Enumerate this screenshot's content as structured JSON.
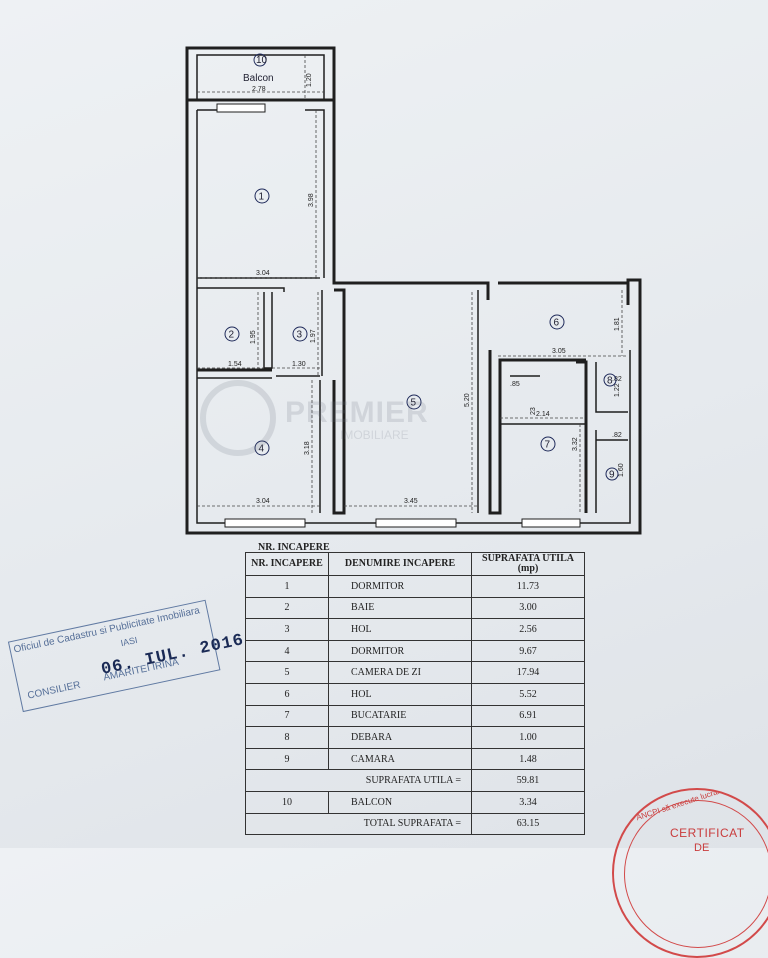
{
  "plan": {
    "balcony_label": "Balcon",
    "room_numbers": [
      "1",
      "2",
      "3",
      "4",
      "5",
      "6",
      "7",
      "8",
      "9",
      "10"
    ],
    "dimensions": [
      "2.78",
      "1.20",
      "3.98",
      "3.04",
      "1.95",
      "1.97",
      "1.54",
      "1.30",
      "3.18",
      "3.04",
      "5.20",
      "3.45",
      "1.81",
      "3.05",
      "1.22",
      ".85",
      "23",
      "2.14",
      "3.32",
      ".82",
      "1.60",
      ".82"
    ]
  },
  "watermark": {
    "brand": "PREMIER",
    "sub": "IMOBILIARE"
  },
  "table": {
    "caption": "NR. INCAPERE",
    "headers": [
      "NR. INCAPERE",
      "DENUMIRE INCAPERE",
      "SUPRAFATA UTILA (mp)"
    ],
    "rows": [
      {
        "nr": "1",
        "name": "DORMITOR",
        "area": "11.73"
      },
      {
        "nr": "2",
        "name": "BAIE",
        "area": "3.00"
      },
      {
        "nr": "3",
        "name": "HOL",
        "area": "2.56"
      },
      {
        "nr": "4",
        "name": "DORMITOR",
        "area": "9.67"
      },
      {
        "nr": "5",
        "name": "CAMERA DE ZI",
        "area": "17.94"
      },
      {
        "nr": "6",
        "name": "HOL",
        "area": "5.52"
      },
      {
        "nr": "7",
        "name": "BUCATARIE",
        "area": "6.91"
      },
      {
        "nr": "8",
        "name": "DEBARA",
        "area": "1.00"
      },
      {
        "nr": "9",
        "name": "CAMARA",
        "area": "1.48"
      }
    ],
    "subtotal_label": "SUPRAFATA UTILA =",
    "subtotal_value": "59.81",
    "balcony_row": {
      "nr": "10",
      "name": "BALCON",
      "area": "3.34"
    },
    "total_label": "TOTAL SUPRAFATA =",
    "total_value": "63.15"
  },
  "stamps": {
    "office": "Oficiul de Cadastru si Publicitate Imobiliara",
    "city": "IASI",
    "role": "CONSILIER",
    "name": "AMARITEI IRINA",
    "date": "06. IUL. 2016",
    "cert_arc": "ANCPI să execute lucrări de",
    "cert_title": "CERTIFICAT",
    "cert_de": "DE"
  },
  "colors": {
    "ink": "#1f1f1f",
    "stamp_blue": "#3d5a8a",
    "stamp_red": "#c93c3c"
  }
}
